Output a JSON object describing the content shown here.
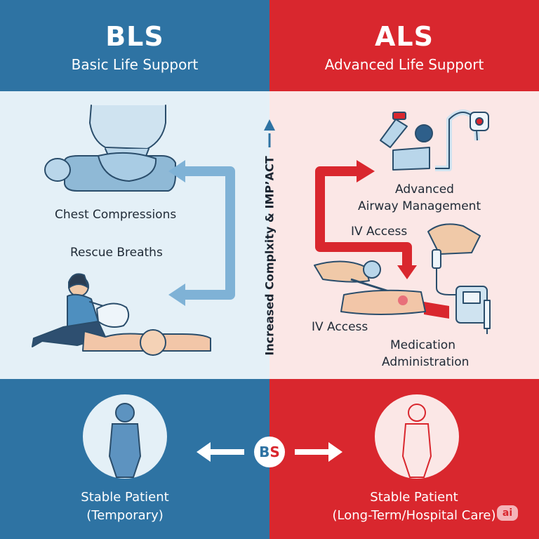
{
  "bls": {
    "abbr": "BLS",
    "full": "Basic Life Support"
  },
  "als": {
    "abbr": "ALS",
    "full": "Advanced Life Support"
  },
  "labels": {
    "chest": "Chest Compressions",
    "breaths": "Rescue Breaths",
    "airway_1": "Advanced",
    "airway_2": "Airway Management",
    "iv_top": "IV Access",
    "iv_bottom": "IV Access",
    "med_1": "Medication",
    "med_2": "Administration"
  },
  "center_axis": "Increased Complxity & IMP’ACT",
  "badge": {
    "b": "B",
    "s": "S"
  },
  "footer": {
    "bls_1": "Stable Patient",
    "bls_2": "(Temporary)",
    "als_1": "Stable Patient",
    "als_2": "(Long-Term/Hospital Care)"
  },
  "watermark": "ai",
  "colors": {
    "bls_blue": "#2e73a3",
    "als_red": "#d9272e",
    "bls_panel": "#e4f0f7",
    "als_panel": "#fbe7e6"
  }
}
